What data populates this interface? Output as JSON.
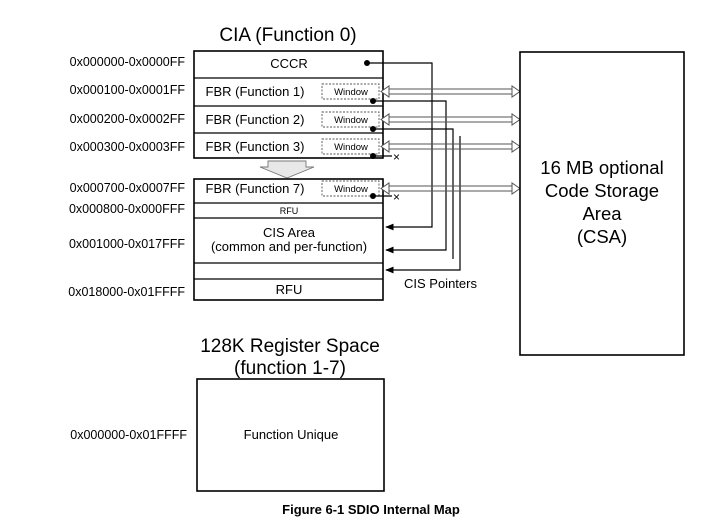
{
  "cia": {
    "title": "CIA (Function 0)",
    "rows": [
      {
        "address": "0x000000-0x0000FF",
        "label": "CCCR"
      },
      {
        "address": "0x000100-0x0001FF",
        "label": "FBR (Function 1)",
        "window": "Window"
      },
      {
        "address": "0x000200-0x0002FF",
        "label": "FBR (Function 2)",
        "window": "Window"
      },
      {
        "address": "0x000300-0x0003FF",
        "label": "FBR (Function 3)",
        "window": "Window"
      },
      {
        "address": "0x000700-0x0007FF",
        "label": "FBR (Function 7)",
        "window": "Window"
      },
      {
        "address": "0x000800-0x000FFF",
        "label": "RFU"
      },
      {
        "address": "0x001000-0x017FFF",
        "label": "CIS Area",
        "sublabel": "(common and per-function)"
      },
      {
        "address": "0x018000-0x01FFFF",
        "label": "RFU"
      }
    ],
    "cis_pointers": "CIS Pointers"
  },
  "csa": {
    "lines": [
      "16 MB optional",
      "Code Storage",
      "Area",
      "(CSA)"
    ]
  },
  "register_space": {
    "title_lines": [
      "128K Register Space",
      "(function 1-7)"
    ],
    "address": "0x000000-0x01FFFF",
    "label": "Function Unique"
  },
  "caption": "Figure 6-1 SDIO Internal Map"
}
